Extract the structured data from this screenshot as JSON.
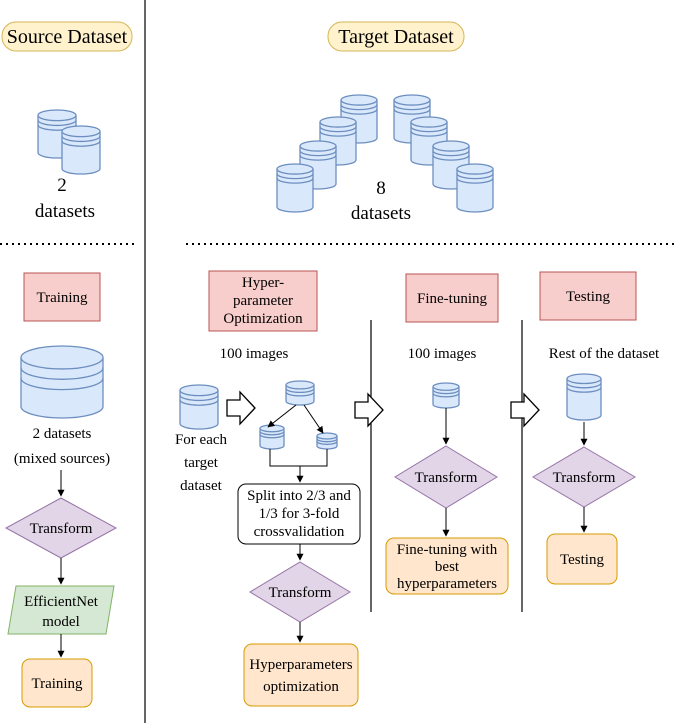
{
  "headers": {
    "source": "Source Dataset",
    "target": "Target Dataset"
  },
  "source": {
    "count": "2",
    "count_caption": "datasets",
    "training_label": "Training",
    "big_db_caption_line1": "2 datasets",
    "big_db_caption_line2": "(mixed sources)",
    "transform": "Transform",
    "model_line1": "EfficientNet",
    "model_line2": "model",
    "training_box": "Training"
  },
  "target": {
    "count": "8",
    "count_caption": "datasets",
    "hpo": {
      "label_line1": "Hyper-",
      "label_line2": "parameter",
      "label_line3": "Optimization",
      "images": "100 images",
      "for_each_line1": "For each",
      "for_each_line2": "target",
      "for_each_line3": "dataset",
      "split_line1": "Split into 2/3 and",
      "split_line2": "1/3 for 3-fold",
      "split_line3": "crossvalidation",
      "transform": "Transform",
      "result_line1": "Hyperparameters",
      "result_line2": "optimization"
    },
    "finetune": {
      "label": "Fine-tuning",
      "images": "100 images",
      "transform": "Transform",
      "result_line1": "Fine-tuning with",
      "result_line2": "best",
      "result_line3": "hyperparameters"
    },
    "testing": {
      "label": "Testing",
      "images": "Rest of the dataset",
      "transform": "Transform",
      "result": "Testing"
    }
  },
  "colors": {
    "db_fill": "#dae8fc",
    "db_stroke": "#6c8ebf",
    "red_fill": "#f8cecc",
    "red_stroke": "#b85450",
    "purple_fill": "#e1d5e7",
    "purple_stroke": "#9673a6",
    "orange_fill": "#ffe6cc",
    "orange_stroke": "#d79b00",
    "green_fill": "#d5e8d4",
    "green_stroke": "#82b366",
    "header_fill": "#fff2cc",
    "header_stroke": "#d6b656"
  }
}
